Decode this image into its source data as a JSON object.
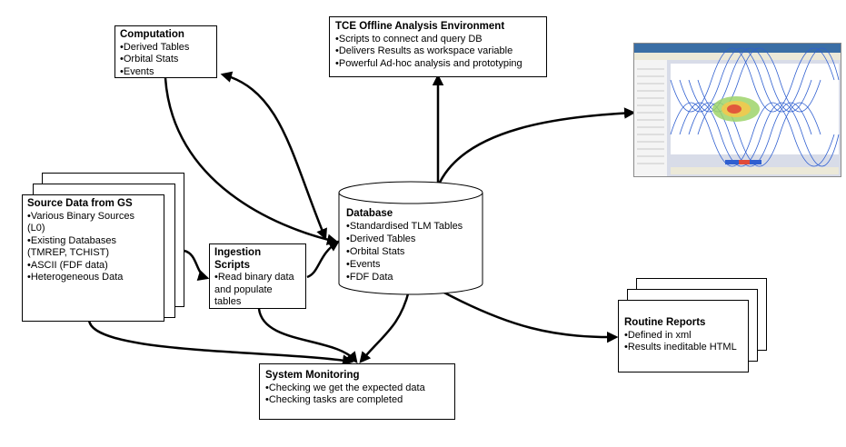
{
  "computation": {
    "title": "Computation",
    "items": [
      "•Derived Tables",
      "•Orbital Stats",
      "•Events"
    ]
  },
  "tce": {
    "title": "TCE Offline Analysis Environment",
    "items": [
      "•Scripts to connect and query  DB",
      "•Delivers Results  as workspace variable",
      "•Powerful Ad-hoc analysis and prototyping"
    ]
  },
  "source": {
    "title": "Source Data from GS",
    "items": [
      "•Various Binary Sources",
      "(L0)",
      "•Existing Databases",
      "(TMREP, TCHIST)",
      "•ASCII (FDF data)",
      "•Heterogeneous Data"
    ]
  },
  "ingestion": {
    "title_line1": "Ingestion",
    "title_line2": "Scripts",
    "items": [
      "•Read binary data",
      "and populate",
      "tables"
    ]
  },
  "database": {
    "title": "Database",
    "items": [
      "•Standardised TLM Tables",
      "•Derived Tables",
      "•Orbital Stats",
      "•Events",
      "•FDF Data"
    ]
  },
  "reports": {
    "title": "Routine Reports",
    "items": [
      "•Defined in xml",
      "•Results ineditable HTML"
    ]
  },
  "monitoring": {
    "title": "System Monitoring",
    "items": [
      "•Checking we get the expected data",
      "•Checking tasks are completed"
    ]
  },
  "colors": {
    "line": "#000000",
    "screenshot_bg": "#d8dce8",
    "screenshot_accent": "#2f5fd0"
  }
}
